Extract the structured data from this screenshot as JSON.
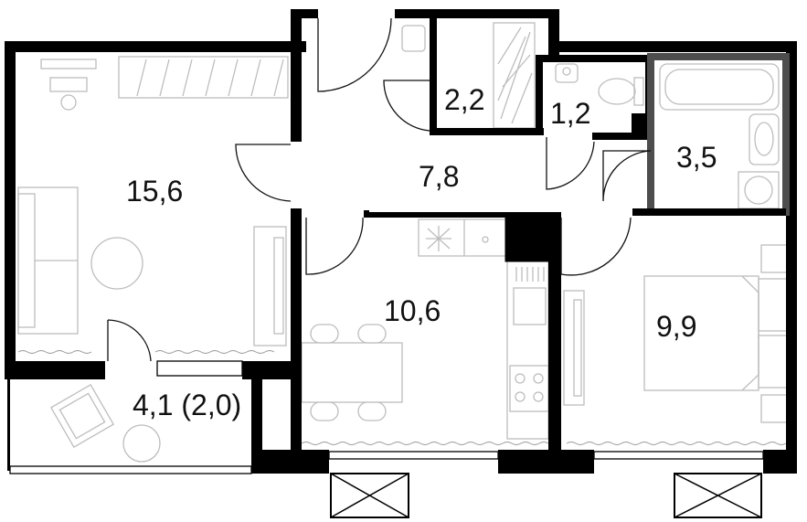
{
  "rooms": [
    {
      "id": "living",
      "area": "15,6"
    },
    {
      "id": "storage",
      "area": "2,2"
    },
    {
      "id": "toilet",
      "area": "1,2"
    },
    {
      "id": "hall",
      "area": "7,8"
    },
    {
      "id": "bathroom",
      "area": "3,5"
    },
    {
      "id": "kitchen",
      "area": "10,6"
    },
    {
      "id": "bedroom",
      "area": "9,9"
    },
    {
      "id": "balcony",
      "area": "4,1 (2,0)"
    }
  ],
  "colors": {
    "wall": "#000000",
    "furniture": "#bdbdbd",
    "background": "#ffffff",
    "inner_wall": "#4d4d4d"
  }
}
